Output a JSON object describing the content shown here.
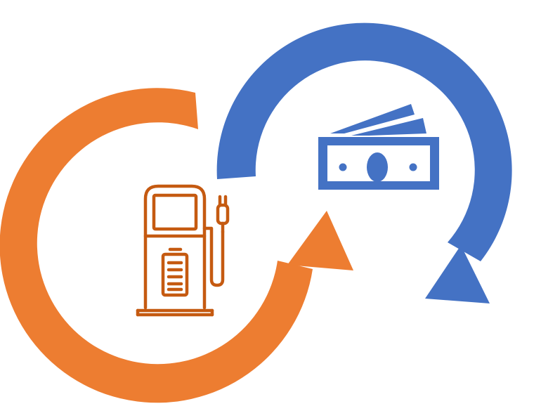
{
  "diagram": {
    "colors": {
      "orange": "#ED7D31",
      "blue": "#4472C4",
      "charger_brown": "#C55A11",
      "background": "#FFFFFF"
    },
    "nodes": [
      {
        "id": "ev-charging-station",
        "icon": "ev-charger-icon"
      },
      {
        "id": "money",
        "icon": "banknotes-icon"
      }
    ],
    "cycle": [
      {
        "from": "ev-charging-station",
        "to": "money",
        "arrow": "orange-cycle-arrow"
      },
      {
        "from": "money",
        "to": "ev-charging-station",
        "arrow": "blue-cycle-arrow"
      }
    ]
  }
}
